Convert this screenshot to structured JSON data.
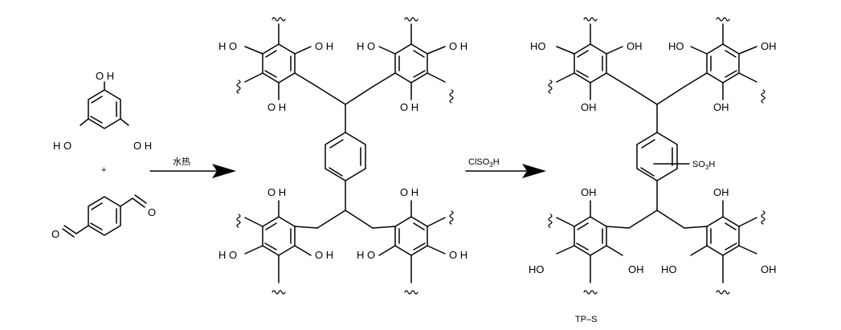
{
  "labels": {
    "oh": "OH",
    "ho": "HO",
    "oh_spaced": "O H",
    "ho_spaced": "H O",
    "aldehyde_o": "O",
    "plus": "+"
  },
  "reaction": {
    "step1_reagent": "水热",
    "step2_reagent_prefix": "ClSO",
    "step2_reagent_sub": "3",
    "step2_reagent_suffix": "H"
  },
  "substituent": {
    "prefix": "SO",
    "sub": "3",
    "suffix": "H"
  },
  "product": {
    "name": "TP–S"
  },
  "colors": {
    "ink": "#000000",
    "background": "#ffffff"
  }
}
